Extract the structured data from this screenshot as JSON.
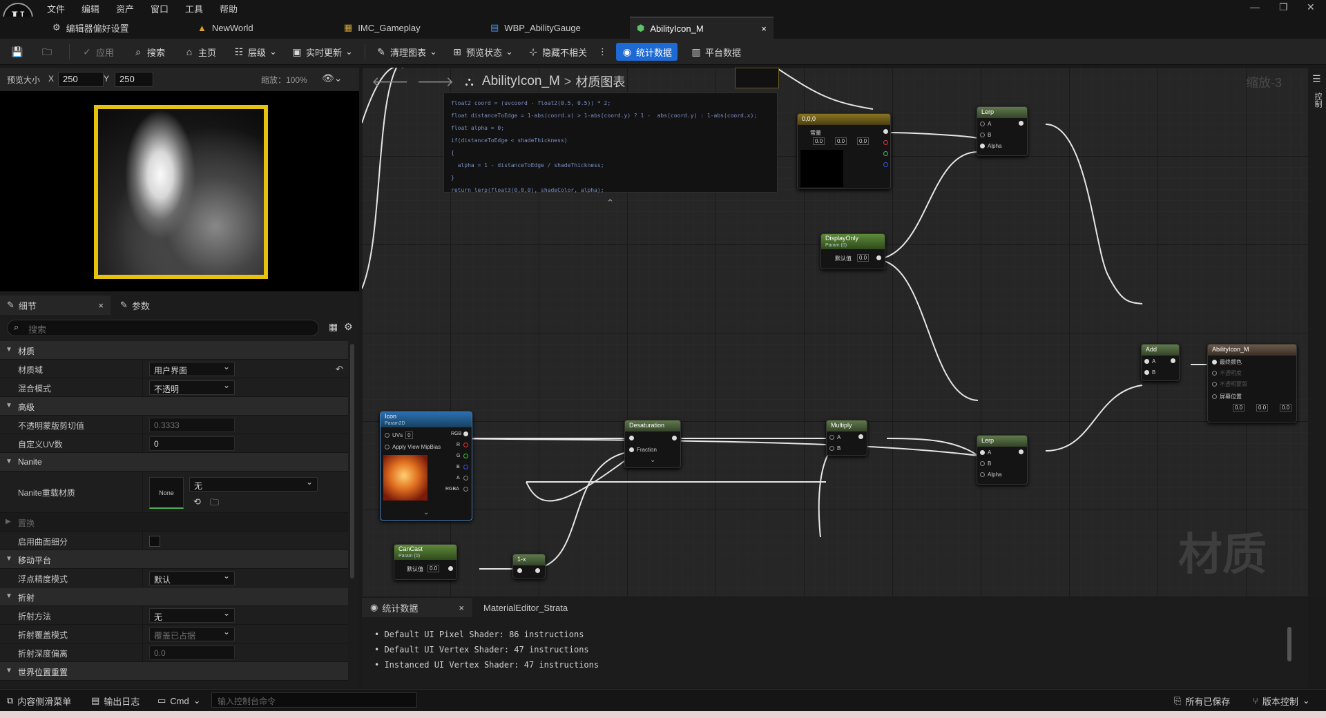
{
  "app": {
    "logo": "U"
  },
  "menu": [
    "文件",
    "编辑",
    "资产",
    "窗口",
    "工具",
    "帮助"
  ],
  "window_controls": {
    "min": "—",
    "max": "❐",
    "close": "✕"
  },
  "doc_tabs": [
    {
      "label": "编辑器偏好设置",
      "icon": "settings-icon"
    },
    {
      "label": "NewWorld",
      "icon": "level-icon"
    },
    {
      "label": "IMC_Gameplay",
      "icon": "input-icon"
    },
    {
      "label": "WBP_AbilityGauge",
      "icon": "widget-icon"
    },
    {
      "label": "AbilityIcon_M",
      "icon": "material-icon",
      "close": "×"
    }
  ],
  "toolbar": {
    "apply": "应用",
    "search": "搜索",
    "home": "主页",
    "hierarchy": "层级",
    "live_update": "实时更新",
    "clean_graph": "清理图表",
    "preview_state": "预览状态",
    "hide_unrelated": "隐藏不相关",
    "stats": "统计数据",
    "platform_stats": "平台数据"
  },
  "preview": {
    "size_label": "预览大小",
    "x_label": "X",
    "x_value": "250",
    "y_label": "Y",
    "y_value": "250",
    "zoom": "缩放：100%"
  },
  "detail_tabs": {
    "details": "细节",
    "params": "参数",
    "close": "×"
  },
  "search": {
    "placeholder": "搜索"
  },
  "properties": [
    {
      "type": "cat",
      "label": "材质"
    },
    {
      "type": "item",
      "label": "材质域",
      "value": "用户界面",
      "kind": "dropdown"
    },
    {
      "type": "item",
      "label": "混合模式",
      "value": "不透明",
      "kind": "dropdown"
    },
    {
      "type": "cat",
      "label": "高级"
    },
    {
      "type": "item",
      "label": "不透明蒙版剪切值",
      "value": "0.3333",
      "kind": "disabled"
    },
    {
      "type": "item",
      "label": "自定义UV数",
      "value": "0",
      "kind": "input"
    },
    {
      "type": "cat",
      "label": "Nanite"
    },
    {
      "type": "item",
      "label": "Nanite重载材质",
      "value": "无",
      "thumb": "None",
      "kind": "nanite"
    },
    {
      "type": "sub",
      "label": "置换"
    },
    {
      "type": "item",
      "label": "启用曲面细分",
      "value": "",
      "kind": "checkbox"
    },
    {
      "type": "cat",
      "label": "移动平台"
    },
    {
      "type": "item",
      "label": "浮点精度模式",
      "value": "默认",
      "kind": "dropdown"
    },
    {
      "type": "cat",
      "label": "折射"
    },
    {
      "type": "item",
      "label": "折射方法",
      "value": "无",
      "kind": "dropdown"
    },
    {
      "type": "item",
      "label": "折射覆盖模式",
      "value": "覆盖已占据",
      "kind": "dropdown-dis"
    },
    {
      "type": "item",
      "label": "折射深度偏离",
      "value": "0.0",
      "kind": "disabled"
    },
    {
      "type": "cat",
      "label": "世界位置重置"
    }
  ],
  "graph": {
    "breadcrumb_asset": "AbilityIcon_M",
    "breadcrumb_sep": ">",
    "breadcrumb_graph": "材质图表",
    "zoom": "缩放-3",
    "watermark": "材质",
    "code": [
      "float2 coord = (uvcoord - float2(0.5, 0.5)) * 2;",
      "float distanceToEdge = 1-abs(coord.x) > 1-abs(coord.y) ? 1 -  abs(coord.y) : 1-abs(coord.x);",
      "float alpha = 0;",
      "if(distanceToEdge < shadeThickness)",
      "{",
      "  alpha = 1 - distanceToEdge / shadeThickness;",
      "}",
      "",
      "return lerp(float3(0,0,0), shadeColor, alpha);"
    ],
    "nodes": {
      "const3": {
        "title": "0,0,0",
        "sub": "常量",
        "x": "0.0",
        "y": "0.0",
        "z": "0.0"
      },
      "lerp_top": {
        "title": "Lerp",
        "a": "A",
        "b": "B",
        "alpha": "Alpha"
      },
      "displayonly": {
        "title": "DisplayOnly",
        "sub": "Param (0)",
        "default_label": "默认值",
        "default": "0.0"
      },
      "add": {
        "title": "Add",
        "a": "A",
        "b": "B"
      },
      "result": {
        "title": "AbilityIcon_M",
        "pins": [
          "最终颜色",
          "不透明度",
          "不透明蒙版",
          "屏幕位置"
        ],
        "x": "0.0",
        "y": "0.0",
        "z": "0.0"
      },
      "icon": {
        "title": "Icon",
        "sub": "Param2D",
        "uvs": "UVs",
        "uvs_val": "0",
        "mip": "Apply View MipBias",
        "pins": [
          "RGB",
          "R",
          "G",
          "B",
          "A",
          "RGBA"
        ]
      },
      "desat": {
        "title": "Desaturation",
        "fraction": "Fraction"
      },
      "multiply": {
        "title": "Multiply",
        "a": "A",
        "b": "B"
      },
      "lerp_bot": {
        "title": "Lerp",
        "a": "A",
        "b": "B",
        "alpha": "Alpha"
      },
      "cancast": {
        "title": "CanCast",
        "sub": "Param (0)",
        "default_label": "默认值",
        "default": "0.0"
      },
      "oneminus": {
        "title": "1-x"
      }
    }
  },
  "bottom": {
    "tab_stats": "统计数据",
    "tab_close": "×",
    "tab_strata": "MaterialEditor_Strata",
    "lines": [
      "• Default UI Pixel Shader: 86 instructions",
      "• Default UI Vertex Shader: 47 instructions",
      "• Instanced UI Vertex Shader: 47 instructions"
    ]
  },
  "status": {
    "content_drawer": "内容侧滑菜单",
    "output_log": "输出日志",
    "cmd": "Cmd",
    "console_placeholder": "输入控制台命令",
    "all_saved": "所有已保存",
    "source_control": "版本控制"
  },
  "right_strip": {
    "label": "控制"
  }
}
